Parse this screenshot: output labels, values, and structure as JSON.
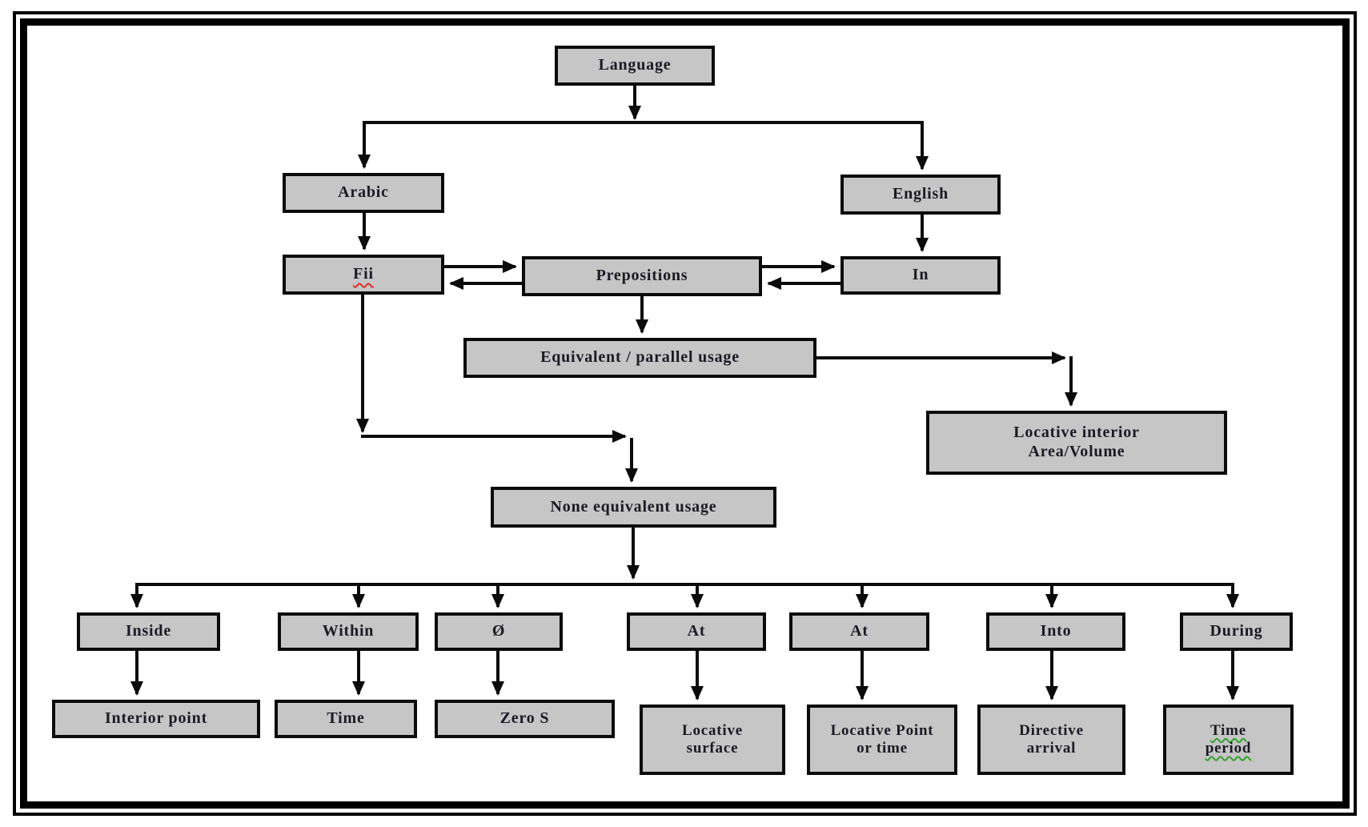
{
  "figure": {
    "kind": "flowchart",
    "topic": "Comparison of the Arabic preposition Fii and the English preposition In"
  },
  "colors": {
    "background": "#ffffff",
    "frame": "#000000",
    "box_fill": "#c6c6c6",
    "line": "#0b0b0b",
    "text": "#1a1a24",
    "spellcheck_underline": "#e02b2b",
    "grammar_underline": "#35a02f"
  },
  "diagram": {
    "nodes": {
      "language": {
        "label": "Language"
      },
      "arabic": {
        "label": "Arabic"
      },
      "english": {
        "label": "English"
      },
      "fii": {
        "label": "Fii",
        "underline": "red-wavy"
      },
      "prepositions": {
        "label": "Prepositions"
      },
      "in": {
        "label": "In"
      },
      "equivalent": {
        "label": "Equivalent / parallel usage"
      },
      "locative_interior": {
        "label": "Locative interior\nArea/Volume"
      },
      "none_equivalent": {
        "label": "None equivalent usage"
      },
      "inside": {
        "label": "Inside"
      },
      "within": {
        "label": "Within"
      },
      "zero": {
        "label": "Ø"
      },
      "at1": {
        "label": "At"
      },
      "at2": {
        "label": "At"
      },
      "into": {
        "label": "Into"
      },
      "during": {
        "label": "During"
      },
      "interior_point": {
        "label": "Interior point"
      },
      "time": {
        "label": "Time"
      },
      "zero_s": {
        "label": "Zero S"
      },
      "locative_surface": {
        "label": "Locative\nsurface"
      },
      "locative_point": {
        "label": "Locative Point\nor time"
      },
      "directive_arrival": {
        "label": "Directive\narrival"
      },
      "time_period": {
        "label": "Time\nperiod",
        "underline": "green-wavy"
      }
    },
    "edges": [
      {
        "from": "language",
        "to": "arabic"
      },
      {
        "from": "language",
        "to": "english"
      },
      {
        "from": "arabic",
        "to": "fii"
      },
      {
        "from": "english",
        "to": "in"
      },
      {
        "from": "fii",
        "to": "prepositions",
        "type": "bidirectional"
      },
      {
        "from": "prepositions",
        "to": "in",
        "type": "bidirectional"
      },
      {
        "from": "prepositions",
        "to": "equivalent"
      },
      {
        "from": "equivalent",
        "to": "locative_interior"
      },
      {
        "from": "fii",
        "to": "none_equivalent"
      },
      {
        "from": "none_equivalent",
        "to": "inside"
      },
      {
        "from": "none_equivalent",
        "to": "within"
      },
      {
        "from": "none_equivalent",
        "to": "zero"
      },
      {
        "from": "none_equivalent",
        "to": "at1"
      },
      {
        "from": "none_equivalent",
        "to": "at2"
      },
      {
        "from": "none_equivalent",
        "to": "into"
      },
      {
        "from": "none_equivalent",
        "to": "during"
      },
      {
        "from": "inside",
        "to": "interior_point"
      },
      {
        "from": "within",
        "to": "time"
      },
      {
        "from": "zero",
        "to": "zero_s"
      },
      {
        "from": "at1",
        "to": "locative_surface"
      },
      {
        "from": "at2",
        "to": "locative_point"
      },
      {
        "from": "into",
        "to": "directive_arrival"
      },
      {
        "from": "during",
        "to": "time_period"
      }
    ]
  }
}
